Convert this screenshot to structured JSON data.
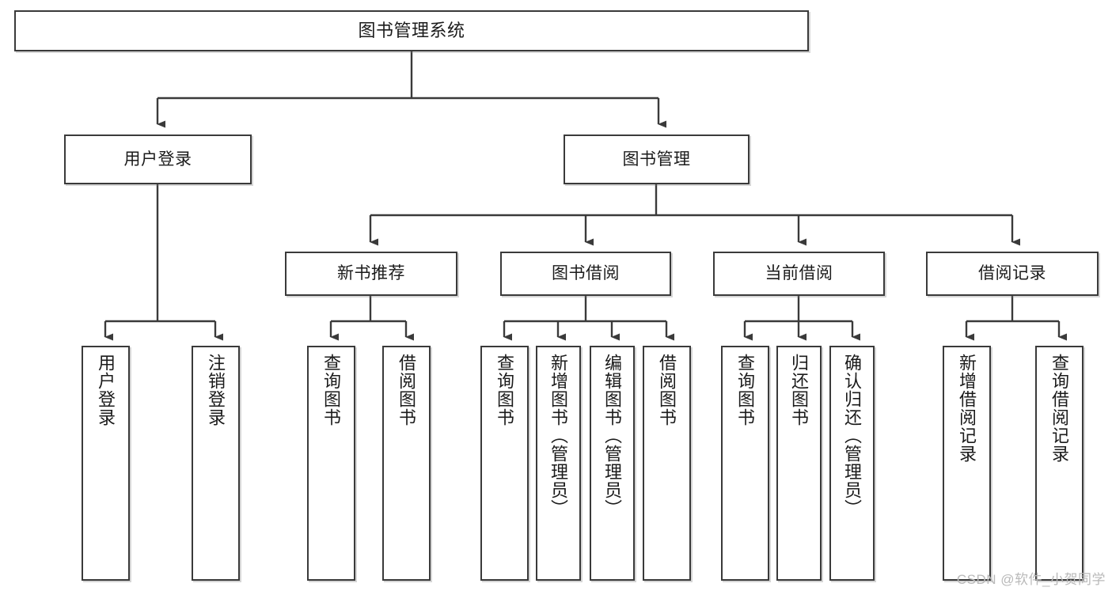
{
  "diagram": {
    "type": "tree",
    "title": "图书管理系统",
    "stroke_color": "#3a3a3a",
    "fill_color": "#ffffff",
    "text_color": "#1b1b1b",
    "watermark": "CSDN @软件_小贺同学",
    "nodes": {
      "root": {
        "label": "图书管理系统"
      },
      "level2": [
        {
          "label": "用户登录"
        },
        {
          "label": "图书管理"
        }
      ],
      "level3": [
        {
          "label": "新书推荐"
        },
        {
          "label": "图书借阅"
        },
        {
          "label": "当前借阅"
        },
        {
          "label": "借阅记录"
        }
      ],
      "leaves_user_login": [
        {
          "label": "用户登录"
        },
        {
          "label": "注销登录"
        }
      ],
      "leaves_new_book": [
        {
          "label": "查询图书"
        },
        {
          "label": "借阅图书"
        }
      ],
      "leaves_borrow": [
        {
          "label": "查询图书"
        },
        {
          "label": "新增图书（管理员）"
        },
        {
          "label": "编辑图书（管理员）"
        },
        {
          "label": "借阅图书"
        }
      ],
      "leaves_current": [
        {
          "label": "查询图书"
        },
        {
          "label": "归还图书"
        },
        {
          "label": "确认归还（管理员）"
        }
      ],
      "leaves_records": [
        {
          "label": "新增借阅记录"
        },
        {
          "label": "查询借阅记录"
        }
      ]
    }
  }
}
